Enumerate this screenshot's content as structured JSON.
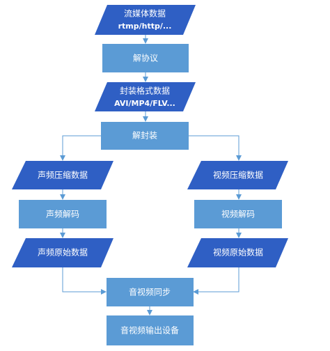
{
  "colors": {
    "io_fill": "#2f5fc4",
    "process_fill": "#5b9bd5",
    "arrow": "#5b9bd5",
    "text": "#ffffff"
  },
  "nodes": {
    "stream": {
      "line1": "流媒体数据",
      "line2": "rtmp/http/..."
    },
    "deprotocol": {
      "label": "解协议"
    },
    "container": {
      "line1": "封装格式数据",
      "line2": "AVI/MP4/FLV..."
    },
    "demux": {
      "label": "解封装"
    },
    "audio_compressed": {
      "label": "声频压缩数据"
    },
    "video_compressed": {
      "label": "视频压缩数据"
    },
    "audio_decode": {
      "label": "声频解码"
    },
    "video_decode": {
      "label": "视频解码"
    },
    "audio_raw": {
      "label": "声频原始数据"
    },
    "video_raw": {
      "label": "视频原始数据"
    },
    "av_sync": {
      "label": "音视频同步"
    },
    "av_output": {
      "label": "音视频输出设备"
    }
  }
}
